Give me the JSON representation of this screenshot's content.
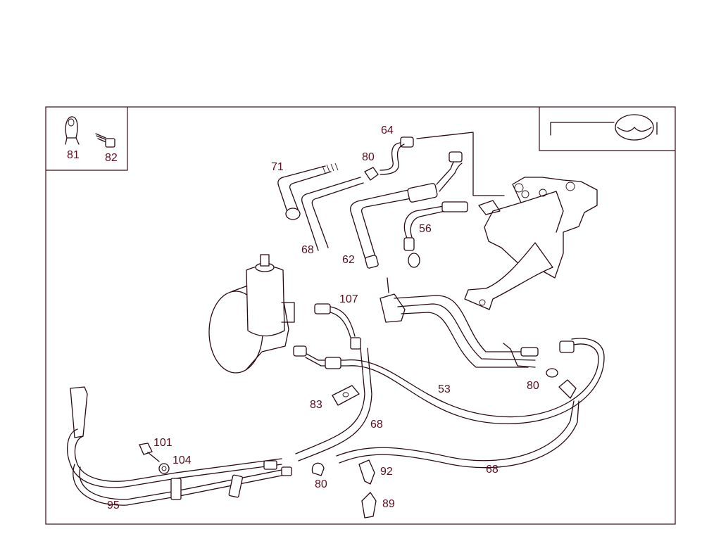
{
  "colors": {
    "ink": "#2a0a12",
    "label": "#5a0e1e",
    "frame": "#3a0a16",
    "background": "#ffffff"
  },
  "logo_icon": "steering-wheel-icon",
  "callouts": {
    "c81": "81",
    "c82": "82",
    "c64": "64",
    "c80a": "80",
    "c71": "71",
    "c56": "56",
    "c68a": "68",
    "c62": "62",
    "c107": "107",
    "c53": "53",
    "c80b": "80",
    "c83": "83",
    "c68b": "68",
    "c101": "101",
    "c104": "104",
    "c92": "92",
    "c68c": "68",
    "c80c": "80",
    "c89": "89",
    "c95": "95"
  }
}
